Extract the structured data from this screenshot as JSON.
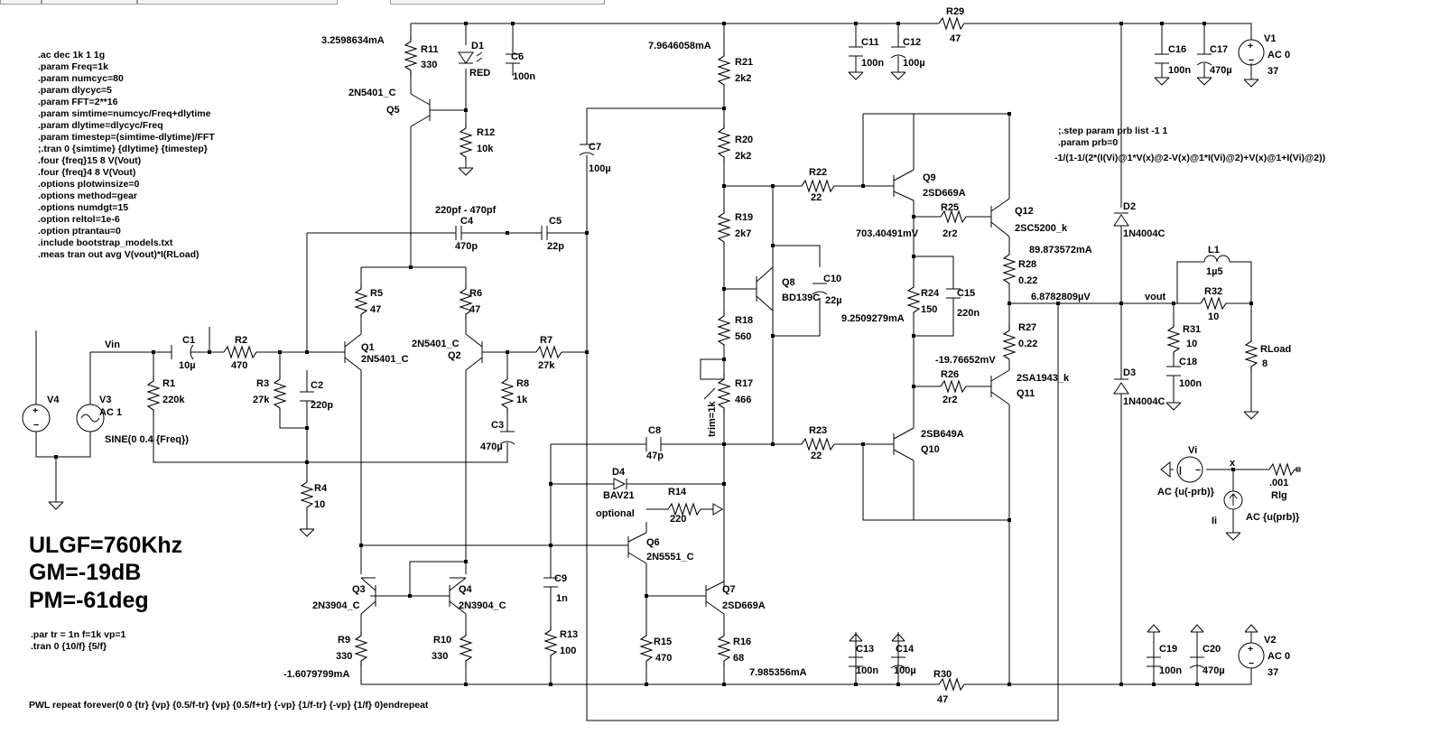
{
  "toolbar": {
    "items": [
      "",
      "",
      "",
      ""
    ]
  },
  "directives": [
    ".ac dec 1k 1 1g",
    ".param Freq=1k",
    ".param numcyc=80",
    ".param dlycyc=5",
    ".param FFT=2**16",
    ".param simtime=numcyc/Freq+dlytime",
    ".param dlytime=dlycyc/Freq",
    ".param timestep=(simtime-dlytime)/FFT",
    ";.tran 0 {simtime} {dlytime} {timestep}",
    ".four {freq}15 8 V(Vout)",
    ".four {freq}4 8 V(Vout)",
    ".options plotwinsize=0",
    ".options method=gear",
    ".options numdgt=15",
    ".option reltol=1e-6",
    ".option ptrantau=0",
    ".include bootstrap_models.txt",
    ".meas tran out avg V(vout)*I(RLoad)"
  ],
  "results": {
    "ulgf": "ULGF=760Khz",
    "gm": "GM=-19dB",
    "pm": "PM=-61deg"
  },
  "par_lines": [
    ".par tr = 1n f=1k vp=1",
    ".tran 0 {10/f} {5/f}"
  ],
  "pwl": "PWL repeat forever(0 0 {tr} {vp} {0.5/f-tr} {vp} {0.5/f+tr} {-vp} {1/f-tr} {-vp} {1/f} 0)endrepeat",
  "step_directives": [
    ";.step param prb list -1 1",
    ".param prb=0"
  ],
  "formula": "-1/(1-1/(2*(I(Vi)@1*V(x)@2-V(x)@1*I(Vi)@2)+V(x)@1+I(Vi)@2))",
  "op_values": {
    "i_q5": "3.2598634mA",
    "i_r21": "7.9646058mA",
    "v_q9": "703.40491mV",
    "i_q12": "89.873572mA",
    "i_r24": "9.2509279mA",
    "v_out": "6.8782809µV",
    "v_q11": "-19.76652mV",
    "i_r9": "-1.6079799mA",
    "i_r16": "7.985356mA"
  },
  "net_labels": {
    "vin": "Vin",
    "vout": "vout",
    "x": "x"
  },
  "components": [
    {
      "name": "R11",
      "value": "330"
    },
    {
      "name": "D1",
      "value": "RED"
    },
    {
      "name": "C6",
      "value": "100n"
    },
    {
      "name": "Q5",
      "value": "2N5401_C"
    },
    {
      "name": "R12",
      "value": "10k"
    },
    {
      "name": "R21",
      "value": "2k2"
    },
    {
      "name": "R20",
      "value": "2k2"
    },
    {
      "name": "R19",
      "value": "2k7"
    },
    {
      "name": "R18",
      "value": "560"
    },
    {
      "name": "R17",
      "value": "466"
    },
    {
      "name": "C7",
      "value": "100µ"
    },
    {
      "name": "C11",
      "value": "100n"
    },
    {
      "name": "C12",
      "value": "100µ"
    },
    {
      "name": "R29",
      "value": "47"
    },
    {
      "name": "C16",
      "value": "100n"
    },
    {
      "name": "C17",
      "value": "470µ"
    },
    {
      "name": "V1",
      "value": "AC 0"
    },
    {
      "name": "V1_dc",
      "value": "37"
    },
    {
      "name": "C4",
      "value": "470p"
    },
    {
      "name": "C4_note",
      "value": "220pf - 470pf"
    },
    {
      "name": "C5",
      "value": "22p"
    },
    {
      "name": "R22",
      "value": "22"
    },
    {
      "name": "Q9",
      "value": "2SD669A"
    },
    {
      "name": "R25",
      "value": "2r2"
    },
    {
      "name": "Q12",
      "value": "2SC5200_k"
    },
    {
      "name": "R28",
      "value": "0.22"
    },
    {
      "name": "Q8",
      "value": "BD139C"
    },
    {
      "name": "C10",
      "value": "22µ"
    },
    {
      "name": "R24",
      "value": "150"
    },
    {
      "name": "C15",
      "value": "220n"
    },
    {
      "name": "R27",
      "value": "0.22"
    },
    {
      "name": "R26",
      "value": "2r2"
    },
    {
      "name": "Q11",
      "value": "2SA1943_k"
    },
    {
      "name": "R23",
      "value": "22"
    },
    {
      "name": "Q10",
      "value": "2SB649A"
    },
    {
      "name": "R5",
      "value": "47"
    },
    {
      "name": "R6",
      "value": "47"
    },
    {
      "name": "Q1",
      "value": "2N5401_C"
    },
    {
      "name": "Q2",
      "value": "2N5401_C"
    },
    {
      "name": "C1",
      "value": "10µ"
    },
    {
      "name": "R2",
      "value": "470"
    },
    {
      "name": "R7",
      "value": "27k"
    },
    {
      "name": "R1",
      "value": "220k"
    },
    {
      "name": "R3",
      "value": "27k"
    },
    {
      "name": "C2",
      "value": "220p"
    },
    {
      "name": "R8",
      "value": "1k"
    },
    {
      "name": "C3",
      "value": "470µ"
    },
    {
      "name": "R4",
      "value": "10"
    },
    {
      "name": "V4",
      "value": ""
    },
    {
      "name": "V3",
      "value": "AC 1"
    },
    {
      "name": "V3_src",
      "value": "SINE(0 0.4 {Freq})"
    },
    {
      "name": "C8",
      "value": "47p"
    },
    {
      "name": "D4",
      "value": "BAV21"
    },
    {
      "name": "D4_note",
      "value": "optional"
    },
    {
      "name": "R14",
      "value": "220"
    },
    {
      "name": "Q6",
      "value": "2N5551_C"
    },
    {
      "name": "Q7",
      "value": "2SD669A"
    },
    {
      "name": "Q3",
      "value": "2N3904_C"
    },
    {
      "name": "Q4",
      "value": "2N3904_C"
    },
    {
      "name": "R9",
      "value": "330"
    },
    {
      "name": "R10",
      "value": "330"
    },
    {
      "name": "C9",
      "value": "1n"
    },
    {
      "name": "R13",
      "value": "100"
    },
    {
      "name": "R15",
      "value": "470"
    },
    {
      "name": "R16",
      "value": "68"
    },
    {
      "name": "C13",
      "value": "100n"
    },
    {
      "name": "C14",
      "value": "100µ"
    },
    {
      "name": "R30",
      "value": "47"
    },
    {
      "name": "C19",
      "value": "100n"
    },
    {
      "name": "C20",
      "value": "470µ"
    },
    {
      "name": "V2",
      "value": "AC 0"
    },
    {
      "name": "V2_dc",
      "value": "37"
    },
    {
      "name": "D2",
      "value": "1N4004C"
    },
    {
      "name": "D3",
      "value": "1N4004C"
    },
    {
      "name": "L1",
      "value": "1µ5"
    },
    {
      "name": "R32",
      "value": "10"
    },
    {
      "name": "R31",
      "value": "10"
    },
    {
      "name": "C18",
      "value": "100n"
    },
    {
      "name": "RLoad",
      "value": "8"
    },
    {
      "name": "Vi",
      "value": "AC {u(-prb)}"
    },
    {
      "name": "Ii",
      "value": "AC {u(prb)}"
    },
    {
      "name": "Rlg",
      "value": ".001"
    },
    {
      "name": "trim",
      "value": "trim=1k"
    }
  ]
}
